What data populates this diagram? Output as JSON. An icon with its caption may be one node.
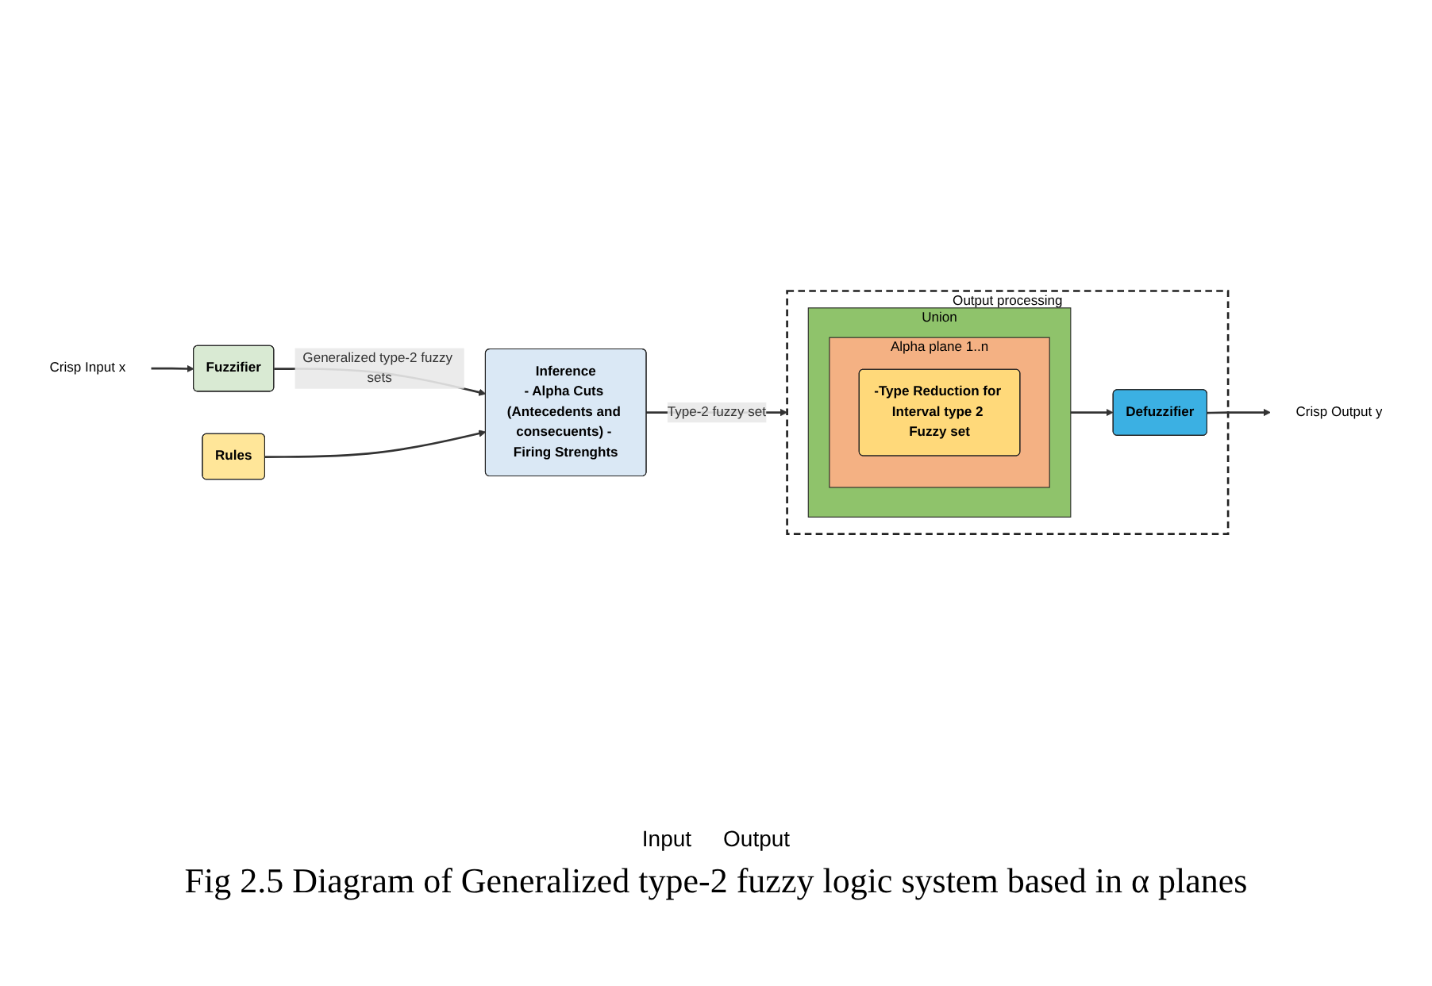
{
  "diagram": {
    "caption": "Fig 2.5 Diagram of Generalized type-2 fuzzy logic system based in α planes",
    "nodes": [
      {
        "text": [
          "Crisp Input x"
        ]
      },
      {
        "text": [
          "Fuzzifier"
        ]
      },
      {
        "text": [
          "Rules"
        ]
      },
      {
        "text": [
          "Inference",
          "- Alpha Cuts (Antecedents and consecuents) - Firing Strenghts"
        ]
      },
      {
        "text": [
          "Output processing"
        ]
      },
      {
        "text": [
          "Defuzzifier"
        ],
        "in": 4
      },
      {
        "text": [
          "Union"
        ],
        "in": 4
      },
      {
        "text": [
          "Alpha plane 1..n"
        ],
        "in": 6
      },
      {
        "text": [
          "-Type Reduction for Interval type 2 Fuzzy set"
        ],
        "in": 7
      },
      {
        "text": [
          "Crisp Output y"
        ]
      }
    ],
    "edges": [
      {
        "from": 0,
        "to": 1,
        "arrow": "to"
      },
      {
        "from": 1,
        "to": 3,
        "arrow": "to",
        "label": "Generalized type-2 fuzzy sets"
      },
      {
        "from": 2,
        "to": 3,
        "arrow": "to"
      },
      {
        "from": 3,
        "to": 4,
        "arrow": "to",
        "label": "Type-2 fuzzy set"
      },
      {
        "from": 6,
        "to": 5,
        "arrow": "to"
      },
      {
        "from": 5,
        "to": 9,
        "arrow": "to"
      }
    ],
    "labels": [
      "Input",
      "Output"
    ]
  }
}
